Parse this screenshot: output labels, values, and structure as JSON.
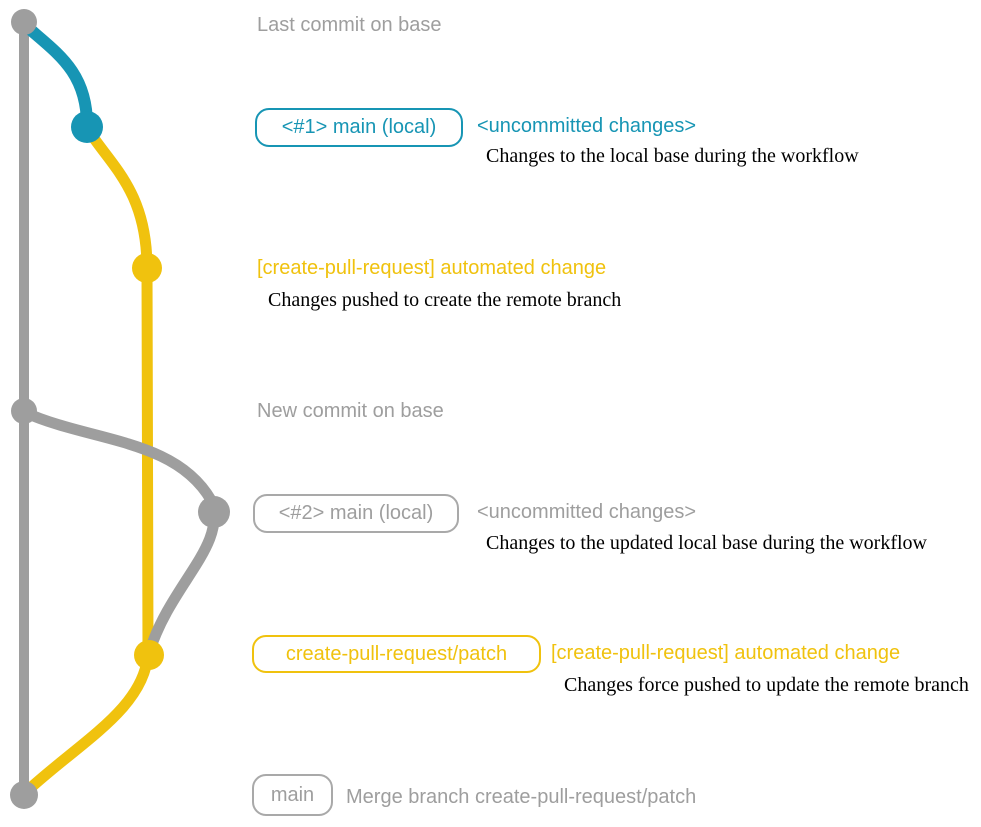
{
  "colors": {
    "gray": "#9e9e9e",
    "teal": "#1795b4",
    "yellow": "#f0c20e",
    "description_text": "#000000"
  },
  "graph": {
    "commit_dots": [
      {
        "name": "last-commit-on-base",
        "color": "gray"
      },
      {
        "name": "local-main-1",
        "color": "teal"
      },
      {
        "name": "automated-change-1",
        "color": "yellow"
      },
      {
        "name": "new-commit-on-base",
        "color": "gray"
      },
      {
        "name": "local-main-2",
        "color": "gray"
      },
      {
        "name": "automated-change-2",
        "color": "yellow"
      },
      {
        "name": "merge-commit",
        "color": "gray"
      }
    ]
  },
  "rows": {
    "last_commit": {
      "label": "Last commit on base"
    },
    "local1": {
      "badge": "<#1> main (local)",
      "title": "<uncommitted changes>",
      "description": "Changes to the local base during the workflow"
    },
    "push1": {
      "title": "[create-pull-request] automated change",
      "description": "Changes pushed to create the remote branch"
    },
    "new_commit": {
      "label": "New commit on base"
    },
    "local2": {
      "badge": "<#2> main (local)",
      "title": "<uncommitted changes>",
      "description": "Changes to the updated local base during the workflow"
    },
    "push2": {
      "badge": "create-pull-request/patch",
      "title": "[create-pull-request] automated change",
      "description": "Changes force pushed to update the remote branch"
    },
    "merge": {
      "badge": "main",
      "label": "Merge branch create-pull-request/patch"
    }
  }
}
